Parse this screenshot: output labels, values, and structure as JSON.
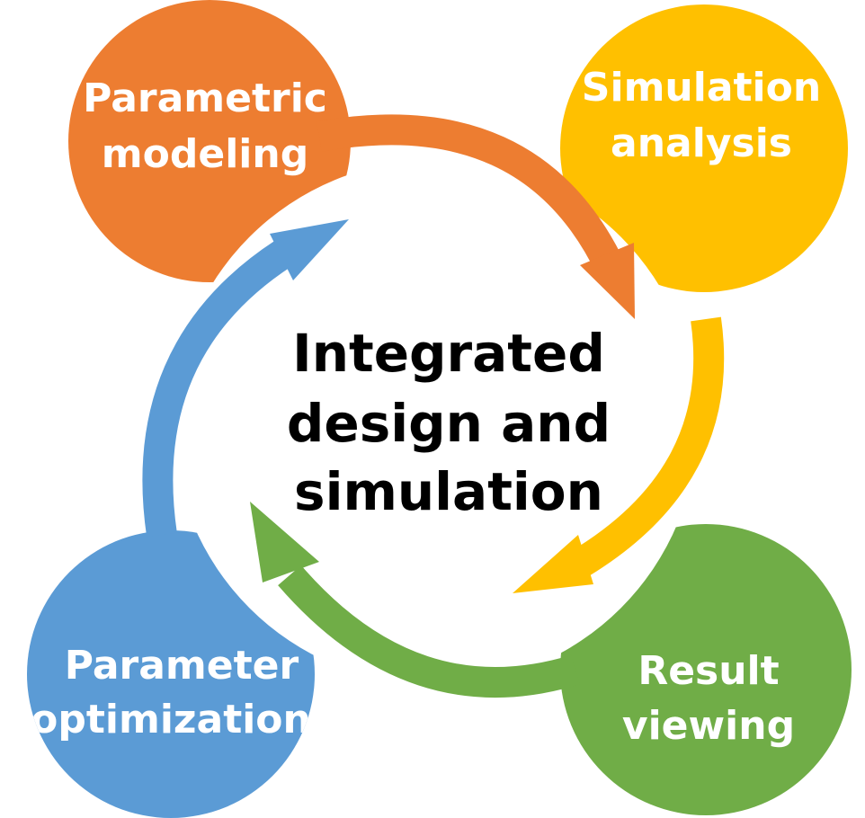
{
  "colors": {
    "parametric_modeling": "#ED7D31",
    "simulation_analysis": "#FFC000",
    "result_viewing": "#70AD47",
    "parameter_optimization": "#5B9BD5",
    "center": "#FFFFFF",
    "center_text": "#000000"
  },
  "center": {
    "line1": "Integrated",
    "line2": "design and",
    "line3": "simulation"
  },
  "nodes": {
    "parametric_modeling": {
      "line1": "Parametric",
      "line2": "modeling"
    },
    "simulation_analysis": {
      "line1": "Simulation",
      "line2": "analysis"
    },
    "result_viewing": {
      "line1": "Result",
      "line2": "viewing"
    },
    "parameter_optimization": {
      "line1": "Parameter",
      "line2": "optimization"
    }
  }
}
